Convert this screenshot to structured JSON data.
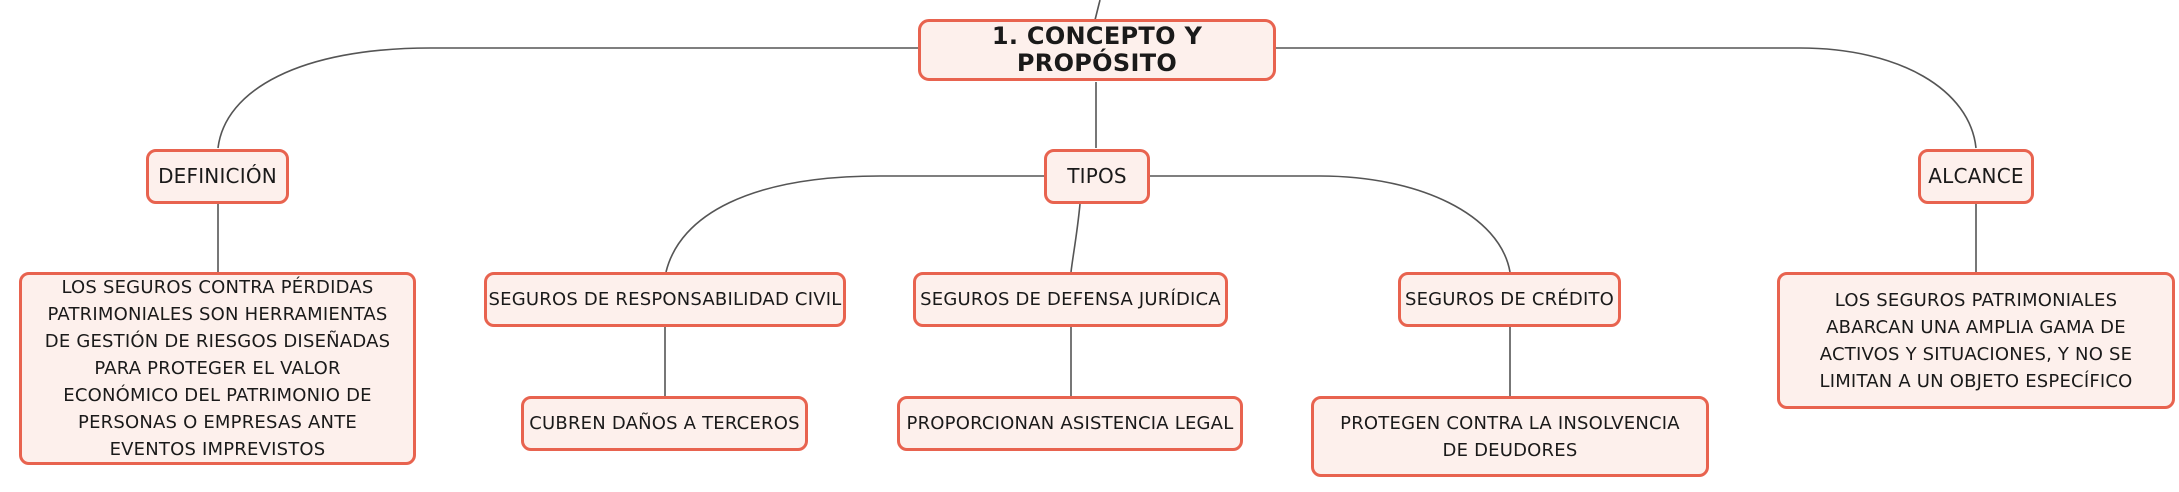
{
  "root": {
    "label": "1. CONCEPTO Y PROPÓSITO"
  },
  "branches": [
    {
      "label": "DEFINICIÓN"
    },
    {
      "label": "TIPOS"
    },
    {
      "label": "ALCANCE"
    }
  ],
  "definition": "LOS SEGUROS CONTRA PÉRDIDAS PATRIMONIALES SON HERRAMIENTAS DE GESTIÓN DE RIESGOS DISEÑADAS PARA PROTEGER EL VALOR ECONÓMICO DEL PATRIMONIO DE PERSONAS O EMPRESAS ANTE EVENTOS IMPREVISTOS",
  "types": [
    {
      "label": "SEGUROS DE RESPONSABILIDAD CIVIL",
      "detail": "CUBREN DAÑOS A TERCEROS"
    },
    {
      "label": "SEGUROS DE DEFENSA JURÍDICA",
      "detail": "PROPORCIONAN ASISTENCIA LEGAL"
    },
    {
      "label": "SEGUROS DE CRÉDITO",
      "detail": "PROTEGEN CONTRA LA INSOLVENCIA DE DEUDORES"
    }
  ],
  "scope": "LOS SEGUROS PATRIMONIALES ABARCAN UNA AMPLIA GAMA DE ACTIVOS Y SITUACIONES, Y NO SE LIMITAN A UN OBJETO ESPECÍFICO",
  "colors": {
    "node_fill": "#fdf0ec",
    "node_border": "#e8634f",
    "connector": "#555555"
  }
}
